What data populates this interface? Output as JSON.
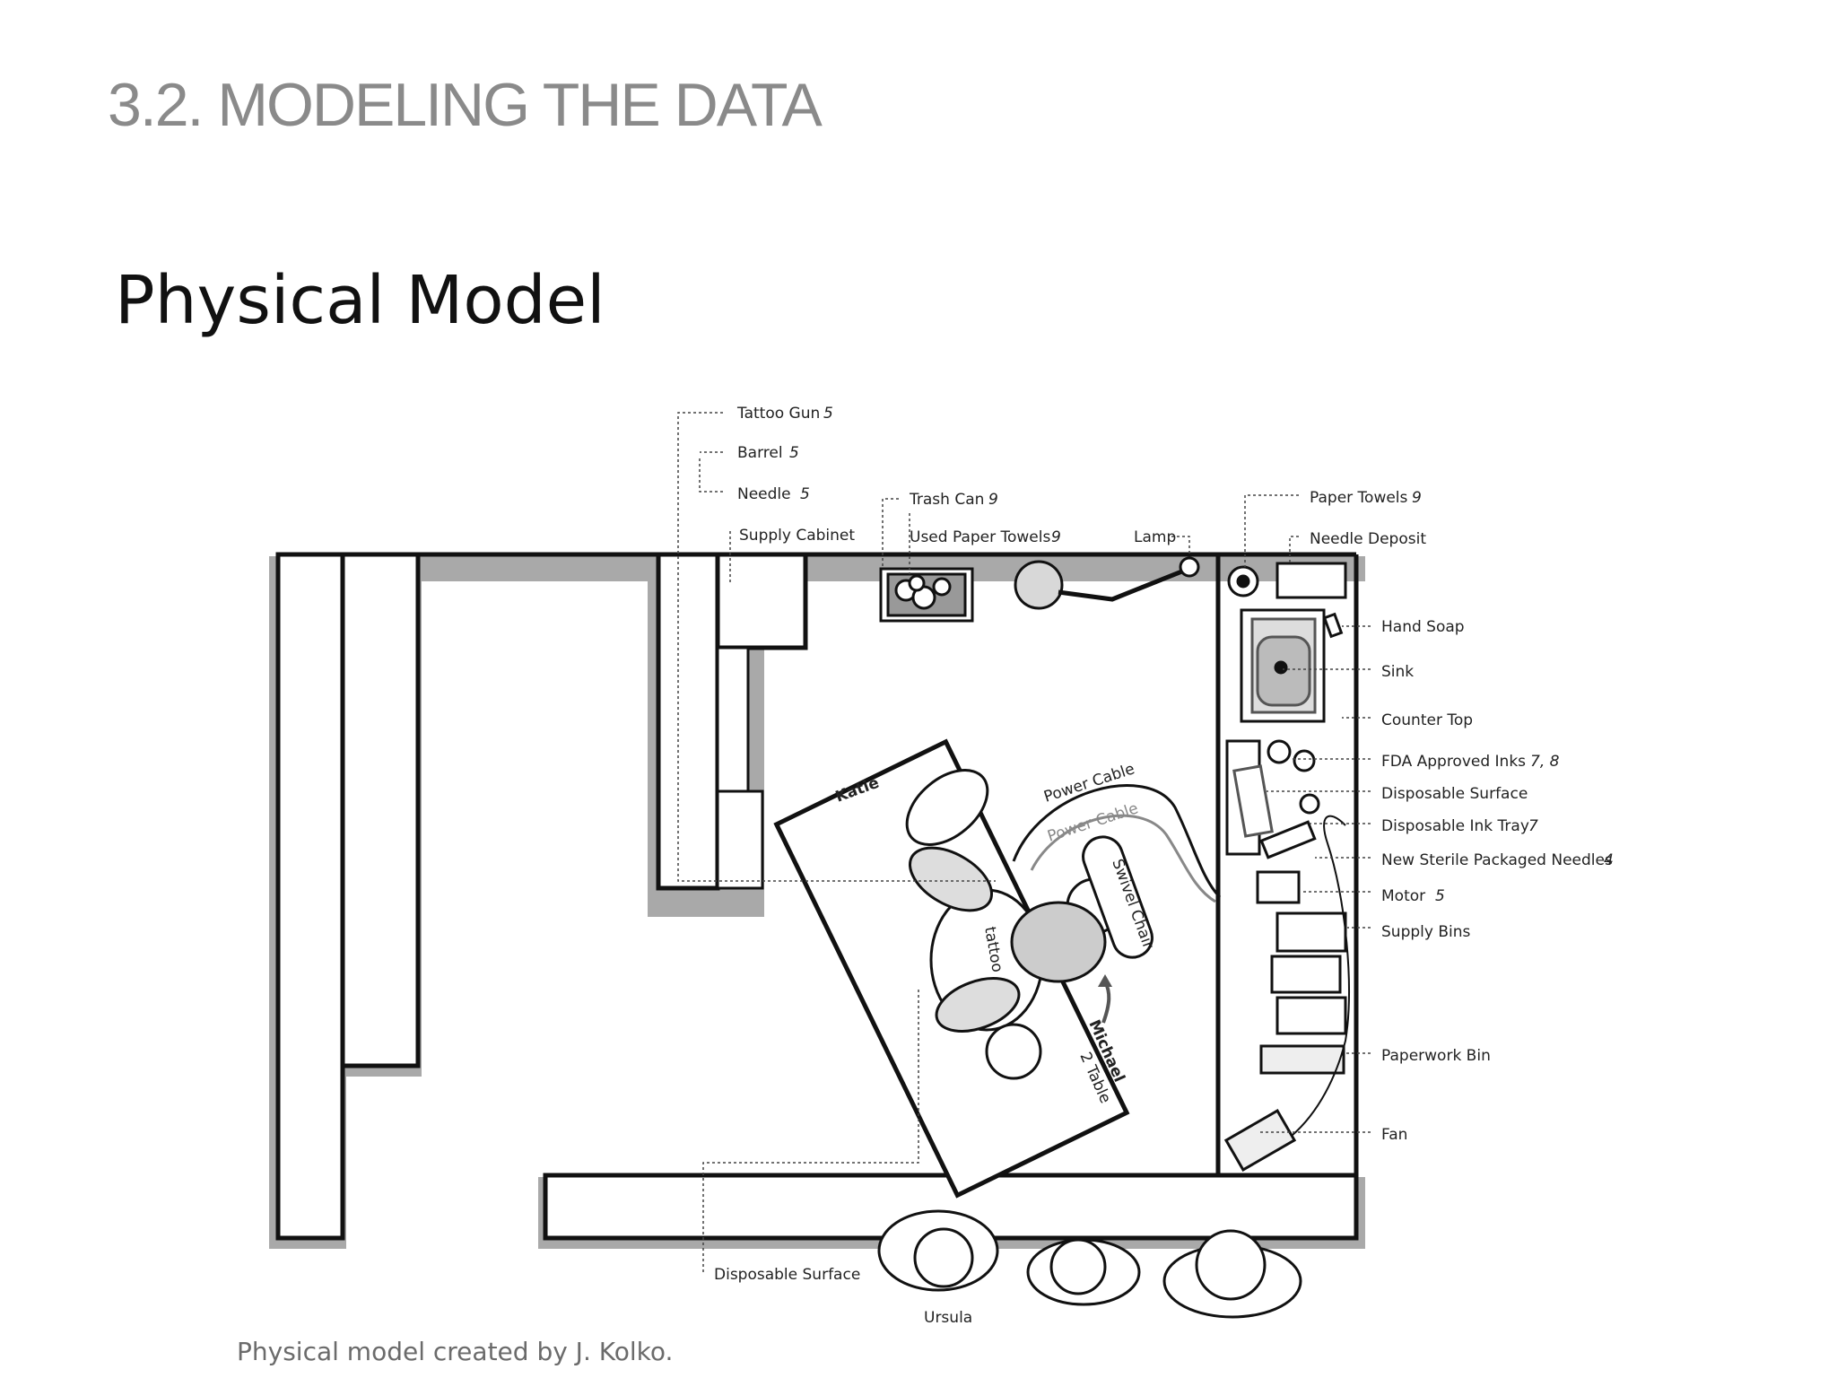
{
  "header": {
    "section_title": "3.2. MODELING THE DATA",
    "slide_title": "Physical Model"
  },
  "footer": {
    "credit": "Physical model created by J. Kolko."
  },
  "diagram": {
    "labels": {
      "tattoo_gun": "Tattoo Gun",
      "tattoo_gun_num": "5",
      "barrel": "Barrel",
      "barrel_num": "5",
      "needle": "Needle",
      "needle_num": "5",
      "supply_cabinet": "Supply Cabinet",
      "trash_can": "Trash Can",
      "trash_can_num": "9",
      "used_paper_towels": "Used Paper Towels",
      "used_paper_towels_num": "9",
      "lamp": "Lamp",
      "paper_towels": "Paper Towels",
      "paper_towels_num": "9",
      "needle_deposit": "Needle Deposit",
      "hand_soap": "Hand Soap",
      "sink": "Sink",
      "counter_top": "Counter Top",
      "fda_inks": "FDA Approved Inks",
      "fda_inks_num": "7, 8",
      "disposable_surface_right": "Disposable Surface",
      "disposable_ink_tray": "Disposable Ink Tray",
      "disposable_ink_tray_num": "7",
      "sterile_needles": "New Sterile Packaged Needles",
      "sterile_needles_num": "4",
      "motor": "Motor",
      "motor_num": "5",
      "supply_bins": "Supply Bins",
      "paperwork_bin": "Paperwork Bin",
      "fan": "Fan",
      "disposable_surface_bottom": "Disposable Surface",
      "ursula": "Ursula",
      "katie": "Katie",
      "power_cable_1": "Power Cable",
      "power_cable_2": "Power Cable",
      "swivel_chair": "Swivel Chair",
      "tattoo": "tattoo",
      "michael": "Michael",
      "table": "2 Table"
    }
  }
}
